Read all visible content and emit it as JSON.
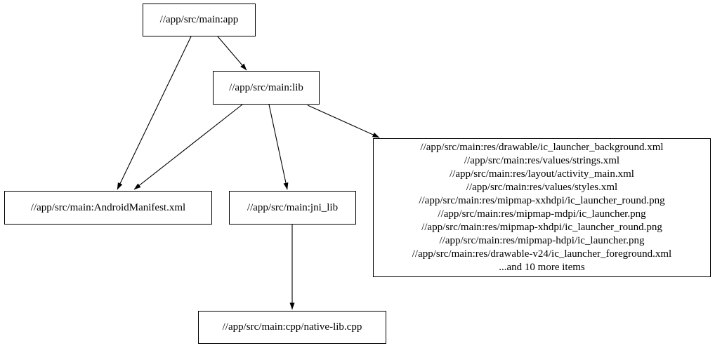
{
  "diagram": {
    "type": "dependency-graph",
    "background_color": "#ffffff",
    "node_border_color": "#000000",
    "node_fill_color": "#ffffff",
    "text_color": "#000000",
    "edge_color": "#000000",
    "nodes": {
      "app": {
        "label": "//app/src/main:app"
      },
      "lib": {
        "label": "//app/src/main:lib"
      },
      "manifest": {
        "label": "//app/src/main:AndroidManifest.xml"
      },
      "jni_lib": {
        "label": "//app/src/main:jni_lib"
      },
      "res_group": {
        "lines": [
          "//app/src/main:res/drawable/ic_launcher_background.xml",
          "//app/src/main:res/values/strings.xml",
          "//app/src/main:res/layout/activity_main.xml",
          "//app/src/main:res/values/styles.xml",
          "//app/src/main:res/mipmap-xxhdpi/ic_launcher_round.png",
          "//app/src/main:res/mipmap-mdpi/ic_launcher.png",
          "//app/src/main:res/mipmap-xhdpi/ic_launcher_round.png",
          "//app/src/main:res/mipmap-hdpi/ic_launcher.png",
          "//app/src/main:res/drawable-v24/ic_launcher_foreground.xml",
          "...and 10 more items"
        ]
      },
      "native_lib": {
        "label": "//app/src/main:cpp/native-lib.cpp"
      }
    },
    "edges": [
      {
        "from": "app",
        "to": "manifest"
      },
      {
        "from": "app",
        "to": "lib"
      },
      {
        "from": "lib",
        "to": "manifest"
      },
      {
        "from": "lib",
        "to": "jni_lib"
      },
      {
        "from": "lib",
        "to": "res_group"
      },
      {
        "from": "jni_lib",
        "to": "native_lib"
      }
    ]
  }
}
